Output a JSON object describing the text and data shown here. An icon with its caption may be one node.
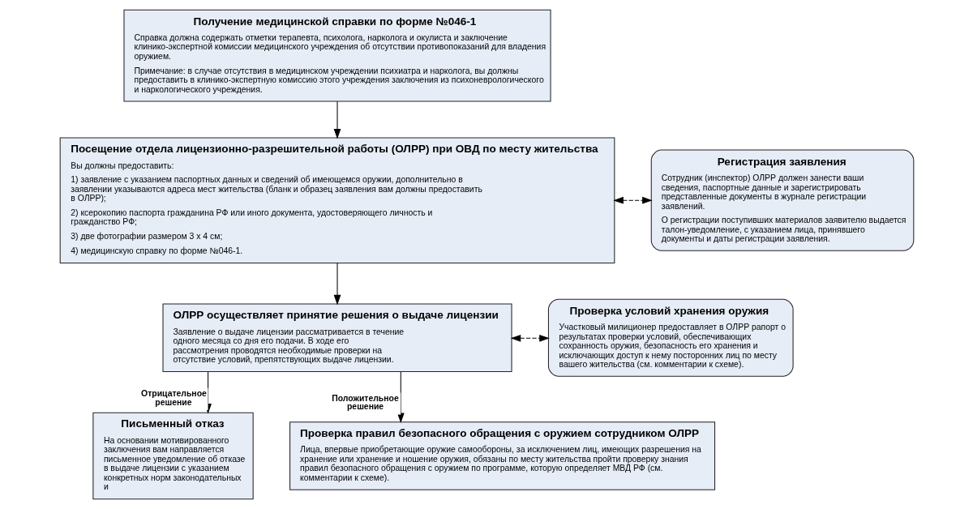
{
  "diagram": {
    "nodes": [
      {
        "text": [
          "Получение медицинской справки по форме №046-1",
          "Справка должна содержать отметки терапевта, психолога, нарколога и окулиста и заключение клинико-экспертной комиссии медицинского учреждения об отсутствии противопоказаний для владения оружием.",
          "Примечание: в случае отсутствия в медицинском учреждении психиатра и нарколога, вы должны предоставить в клинико-экспертную комиссию этого учреждения заключения из психоневрологического и наркологического учреждения."
        ]
      },
      {
        "text": [
          "Посещение отдела лицензионно-разрешительной работы (ОЛРР) при ОВД по месту жительства",
          "Вы должны предоставить:",
          "1) заявление с указанием паспортных данных и сведений об имеющемся оружии, дополнительно в заявлении указываются адреса мест жительства (бланк и образец заявления вам должны предоставить в ОЛРР);",
          "2) ксерокопию паспорта гражданина РФ или иного документа, удостоверяющего личность и гражданство РФ;",
          "3) две фотографии размером 3 х 4 см;",
          "4) медицинскую справку по форме №046-1."
        ]
      },
      {
        "text": [
          "Регистрация заявления",
          "Сотрудник (инспектор) ОЛРР должен занести ваши сведения, паспортные данные и зарегистрировать представленные документы в журнале регистрации заявлений.",
          "О регистрации поступивших материалов заявителю выдается талон-уведомление, с указанием лица, принявшего документы и даты регистрации заявления."
        ]
      },
      {
        "text": [
          "ОЛРР осуществляет принятие решения о выдаче лицензии",
          "Заявление о выдаче лицензии рассматривается в течение одного месяца со дня его подачи. В ходе его рассмотрения проводятся необходимые проверки на отсутствие условий, препятствующих выдаче лицензии."
        ]
      },
      {
        "text": [
          "Проверка условий хранения оружия",
          "Участковый милиционер предоставляет в ОЛРР рапорт о результатах проверки условий, обеспечивающих  сохранность оружия, безопасность его хранения и исключающих доступ к нему посторонних лиц по месту вашего жительства (см. комментарии к схеме)."
        ]
      },
      {
        "text": [
          "Письменный отказ",
          "На основании мотивированного заключения вам направляется письменное уведомление об отказе в выдаче лицензии с указанием конкретных норм законодательных и"
        ]
      },
      {
        "text": [
          "Проверка правил безопасного обращения с оружием сотрудником ОЛРР",
          "Лица, впервые приобретающие оружие самообороны, за исключением лиц, имеющих разрешения на хранение или хранение и ношение оружия, обязаны по месту жительства пройти проверку знания правил безопасного обращения с оружием по программе, которую определяет МВД РФ (см. комментарии к схеме)."
        ]
      }
    ],
    "edges": [
      {
        "from": 0,
        "to": 1,
        "arrow": "to"
      },
      {
        "from": 1,
        "to": 2,
        "arrow": "both",
        "style": "dashed"
      },
      {
        "from": 1,
        "to": 3,
        "arrow": "to"
      },
      {
        "from": 3,
        "to": 4,
        "arrow": "both",
        "style": "dashed"
      },
      {
        "from": 3,
        "to": 5,
        "label": "Отрицательное решение",
        "arrow": "to"
      },
      {
        "from": 3,
        "to": 6,
        "label": "Положительное решение",
        "arrow": "to"
      }
    ]
  }
}
